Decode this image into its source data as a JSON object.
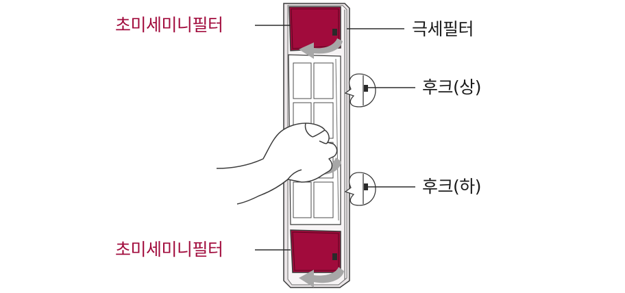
{
  "labels": {
    "ultra_mini_filter_top": "초미세미니필터",
    "ultra_mini_filter_bottom": "초미세미니필터",
    "fine_filter": "극세필터",
    "hook_upper": "후크(상)",
    "hook_lower": "후크(하)"
  },
  "colors": {
    "filter_red": "#a10b3c",
    "label_red": "#a10b3c",
    "label_black": "#1a1a1a",
    "frame_outline": "#3a3a3a",
    "panel_fill": "#c8c2c4"
  }
}
